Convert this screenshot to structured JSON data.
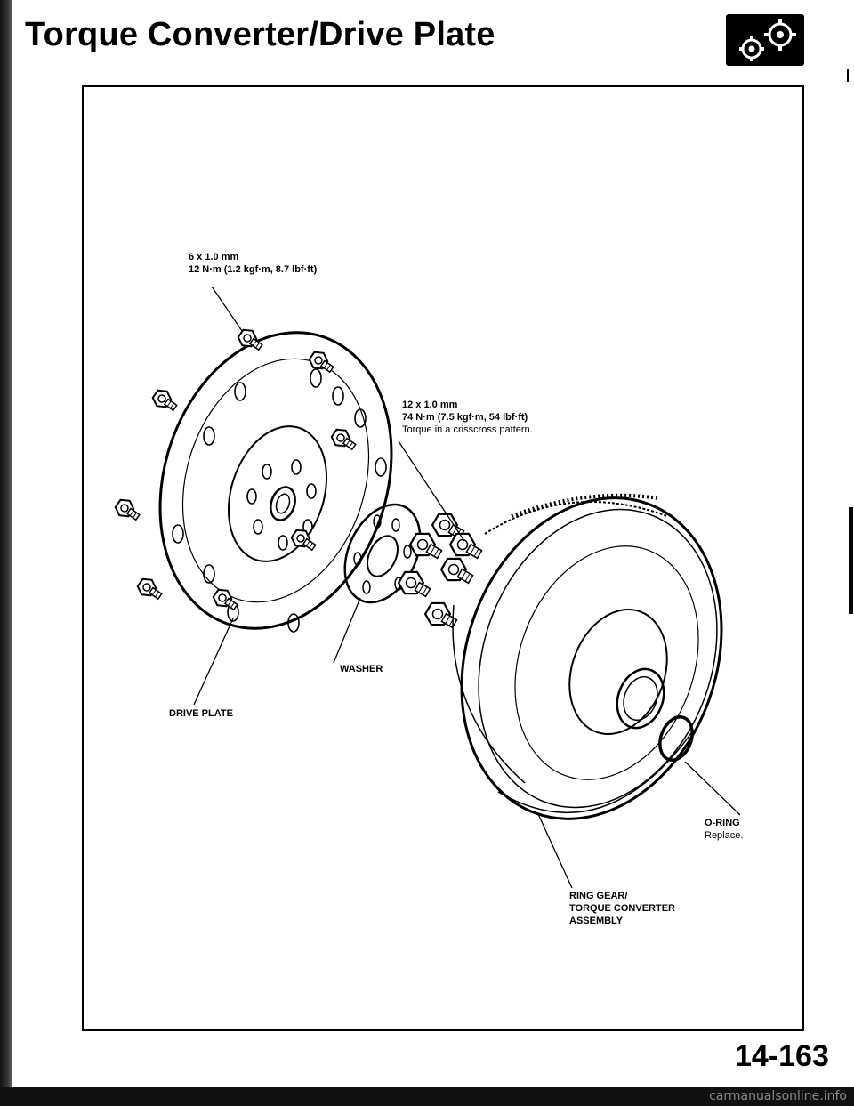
{
  "page": {
    "title": "Torque Converter/Drive Plate",
    "page_number": "14-163",
    "footer_watermark": "carmanualsonline.info"
  },
  "section_icon": "gears-icon",
  "callouts": {
    "small_bolt": {
      "spec": "6 x 1.0 mm",
      "torque": "12 N·m (1.2 kgf·m, 8.7 lbf·ft)"
    },
    "large_bolt": {
      "spec": "12 x 1.0 mm",
      "torque": "74 N·m (7.5 kgf·m, 54 lbf·ft)",
      "note": "Torque in a crisscross pattern."
    },
    "washer": "WASHER",
    "drive_plate": "DRIVE PLATE",
    "o_ring": {
      "name": "O-RING",
      "note": "Replace."
    },
    "torque_converter": {
      "line1": "RING GEAR/",
      "line2": "TORQUE CONVERTER",
      "line3": "ASSEMBLY"
    }
  }
}
